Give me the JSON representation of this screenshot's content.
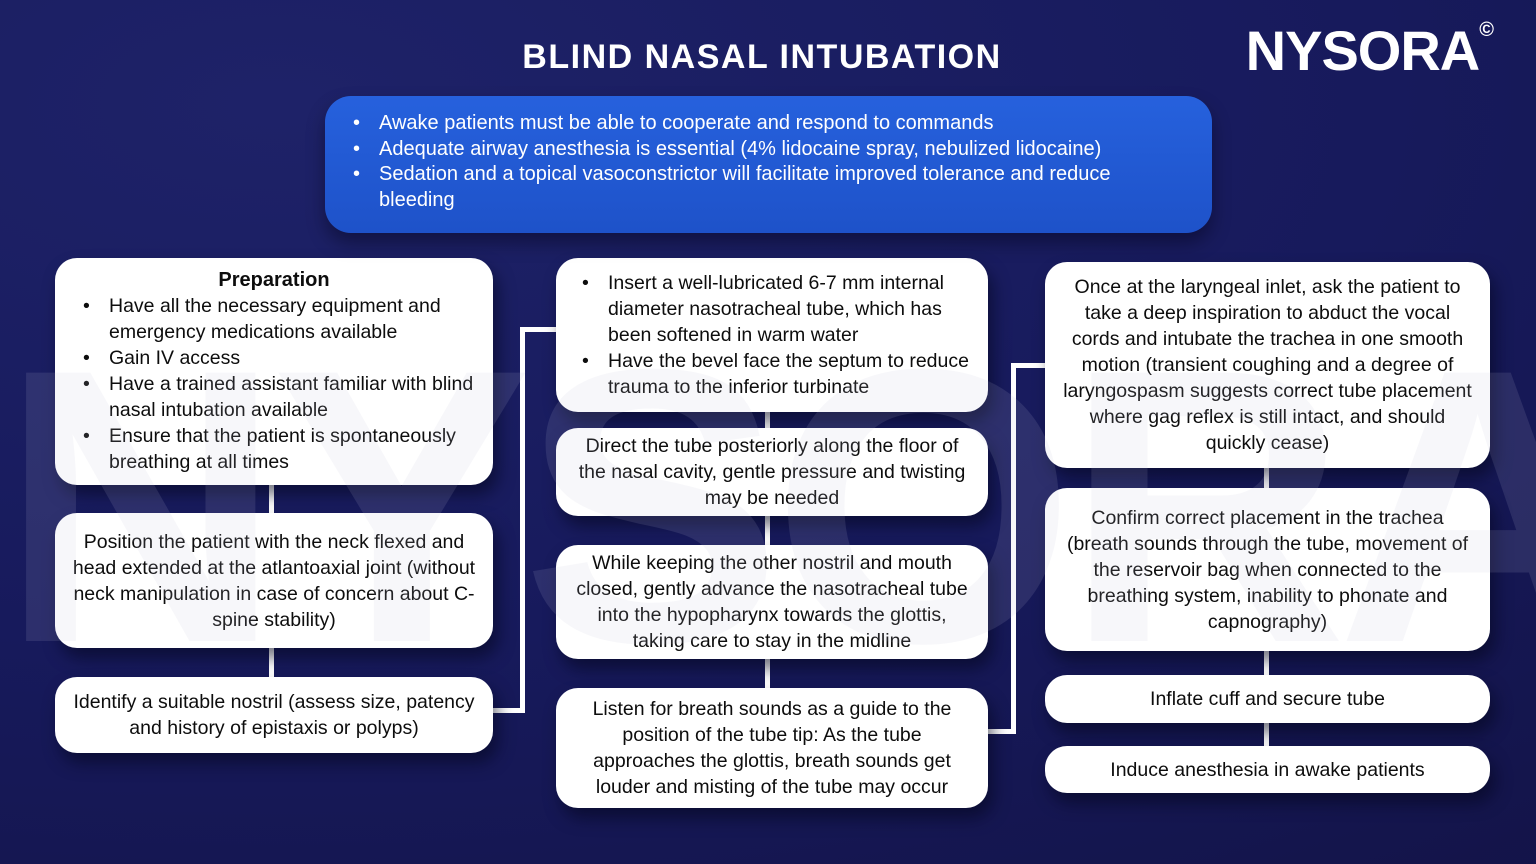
{
  "page": {
    "title": "BLIND NASAL INTUBATION"
  },
  "logo": {
    "name": "NYSORA",
    "mark": "©"
  },
  "watermark": {
    "text": "NYSORA",
    "mark": "®"
  },
  "colors": {
    "background_navy": "#171a5c",
    "callout_blue": "#2158d2",
    "card_white": "#ffffff",
    "connector_white": "#ffffff",
    "title_text": "#ffffff",
    "card_text": "#0d0d0d"
  },
  "callout": {
    "bullets": [
      "Awake patients must be able to cooperate and respond to commands",
      "Adequate airway anesthesia is essential (4% lidocaine spray, nebulized lidocaine)",
      "Sedation and a topical vasoconstrictor will facilitate improved tolerance and reduce bleeding"
    ]
  },
  "left": {
    "box1": {
      "title": "Preparation",
      "bullets": [
        "Have all the necessary equipment and emergency medications available",
        "Gain IV access",
        "Have a trained assistant familiar with blind nasal intubation available",
        "Ensure that the patient is spontaneously breathing at all times"
      ]
    },
    "box2": {
      "text": "Position the patient with the neck flexed and head extended at the atlantoaxial joint (without neck manipulation in case of concern about C-spine stability)"
    },
    "box3": {
      "text": "Identify a suitable nostril (assess size, patency and history of epistaxis or polyps)"
    }
  },
  "middle": {
    "box1": {
      "bullets": [
        "Insert a well-lubricated 6-7 mm internal diameter nasotracheal tube, which has been softened in warm water",
        "Have the bevel face the septum to reduce trauma to the inferior turbinate"
      ]
    },
    "box2": {
      "text": "Direct the tube posteriorly along the floor of the nasal cavity, gentle pressure and twisting may be needed"
    },
    "box3": {
      "text": "While keeping the other nostril and mouth closed, gently advance the nasotracheal tube into the hypopharynx towards the glottis, taking care to stay in the midline"
    },
    "box4": {
      "text": "Listen for breath sounds as a guide to the position of the tube tip: As the tube approaches the glottis, breath sounds get louder and misting of the tube may occur"
    }
  },
  "right": {
    "box1": {
      "text": "Once at the laryngeal inlet, ask the patient to take a deep inspiration to abduct the vocal cords and intubate the trachea in one smooth motion (transient coughing and a degree of laryngospasm suggests correct tube placement where gag reflex is still intact, and should quickly cease)"
    },
    "box2": {
      "text": "Confirm correct placement in the trachea (breath sounds through the tube, movement of the reservoir bag when connected to the breathing system, inability to phonate and capnography)"
    },
    "box3": {
      "text": "Inflate cuff and secure tube"
    },
    "box4": {
      "text": "Induce anesthesia in awake patients"
    }
  }
}
